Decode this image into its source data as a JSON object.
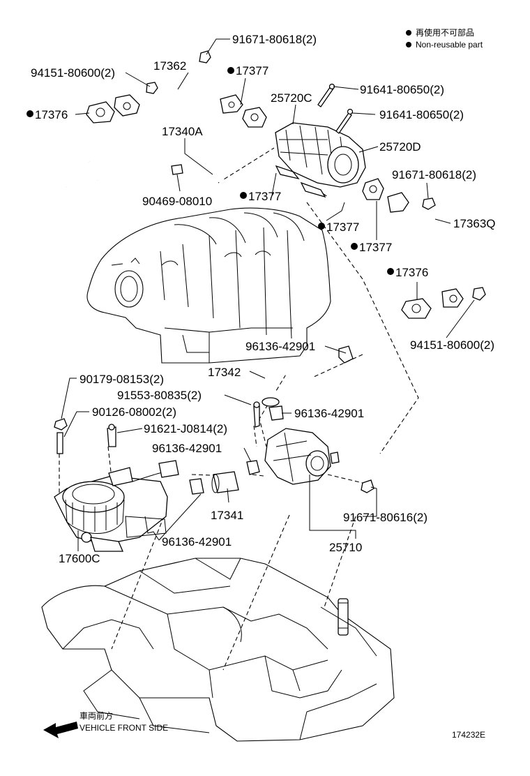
{
  "legend": {
    "marker_note_jp": "再使用不可部品",
    "marker_note_en": "Non-reusable part"
  },
  "parts": {
    "p91671_80618_top": "91671-80618(2)",
    "p94151_80600_left": "94151-80600(2)",
    "p17362": "17362",
    "p17377_top": "17377",
    "p17376_left": "17376",
    "p25720C": "25720C",
    "p91641_80650_a": "91641-80650(2)",
    "p91641_80650_b": "91641-80650(2)",
    "p17340A": "17340A",
    "p25720D": "25720D",
    "p91671_80618_right": "91671-80618(2)",
    "p17377_mid": "17377",
    "p90469_08010": "90469-08010",
    "p17363Q": "17363Q",
    "p17377_lower": "17377",
    "p17377_right": "17377",
    "p17376_right": "17376",
    "p94151_80600_right": "94151-80600(2)",
    "p96136_42901_a": "96136-42901",
    "p17342": "17342",
    "p90179_08153": "90179-08153(2)",
    "p91553_80835": "91553-80835(2)",
    "p96136_42901_b": "96136-42901",
    "p90126_08002": "90126-08002(2)",
    "p91621_J0814": "91621-J0814(2)",
    "p96136_42901_c": "96136-42901",
    "p91671_80616": "91671-80616(2)",
    "p17341": "17341",
    "p96136_42901_d": "96136-42901",
    "p25710": "25710",
    "p17600C": "17600C"
  },
  "footer": {
    "direction_jp": "車両前方",
    "direction_en": "VEHICLE FRONT SIDE",
    "diagram_id": "174232E"
  }
}
